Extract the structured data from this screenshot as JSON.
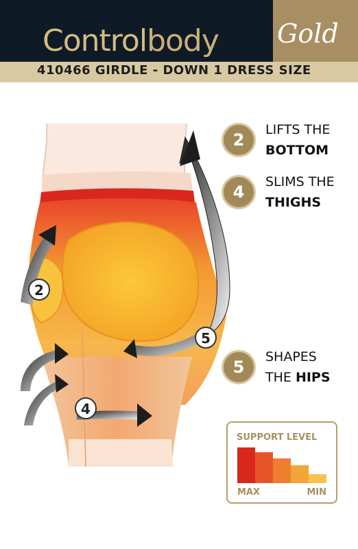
{
  "brand": {
    "name_regular": "Control",
    "name_light": "body",
    "name_script": "Gold"
  },
  "product": {
    "line": "410466 GIRDLE - DOWN 1 DRESS SIZE"
  },
  "features": [
    {
      "number": "2",
      "line1": "LIFTS THE",
      "line2": "BOTTOM"
    },
    {
      "number": "4",
      "line1": "SLIMS THE",
      "line2": "THIGHS"
    },
    {
      "number": "5",
      "line1": "SHAPES",
      "line2_prefix": "THE ",
      "line2": "HIPS"
    }
  ],
  "diagram_markers": [
    "2",
    "5",
    "4"
  ],
  "support": {
    "title": "SUPPORT LEVEL",
    "min_label": "MIN",
    "max_label": "MAX",
    "levels": [
      {
        "value": 1.0,
        "color": "#d8281e"
      },
      {
        "value": 0.86,
        "color": "#e6552a"
      },
      {
        "value": 0.7,
        "color": "#ee7d30"
      },
      {
        "value": 0.5,
        "color": "#f3a53a"
      },
      {
        "value": 0.25,
        "color": "#f7c24f"
      }
    ]
  },
  "colors": {
    "header_dark": "#0e1a26",
    "gold": "#a88f63",
    "gold_light": "#d9c9a3",
    "accent_red": "#d8281e",
    "accent_orange": "#ee7d30"
  }
}
